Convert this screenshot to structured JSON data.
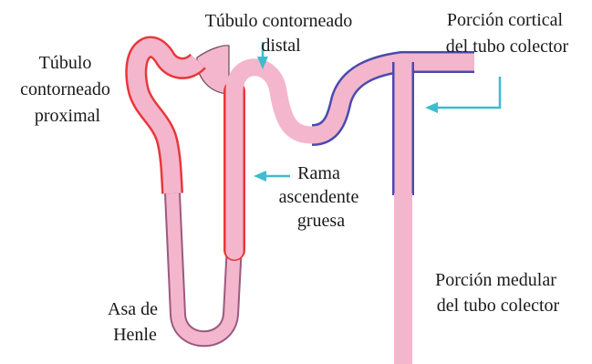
{
  "labels": {
    "proximal": [
      "Túbulo",
      "contorneado",
      "proximal"
    ],
    "distal": [
      "Túbulo contorneado",
      "distal"
    ],
    "cortical": [
      "Porción cortical",
      "del tubo colector"
    ],
    "ascendente": [
      "Rama",
      "ascendente",
      "gruesa"
    ],
    "medular": [
      "Porción medular",
      "del tubo colector"
    ],
    "henle": [
      "Asa de",
      "Henle"
    ]
  },
  "colors": {
    "tube_fill": "#f4b6cc",
    "proximal_outline": "#e8373c",
    "collecting_outline": "#4a4ab0",
    "henle_outline": "#9a5a80",
    "arrow": "#3fbccd"
  }
}
